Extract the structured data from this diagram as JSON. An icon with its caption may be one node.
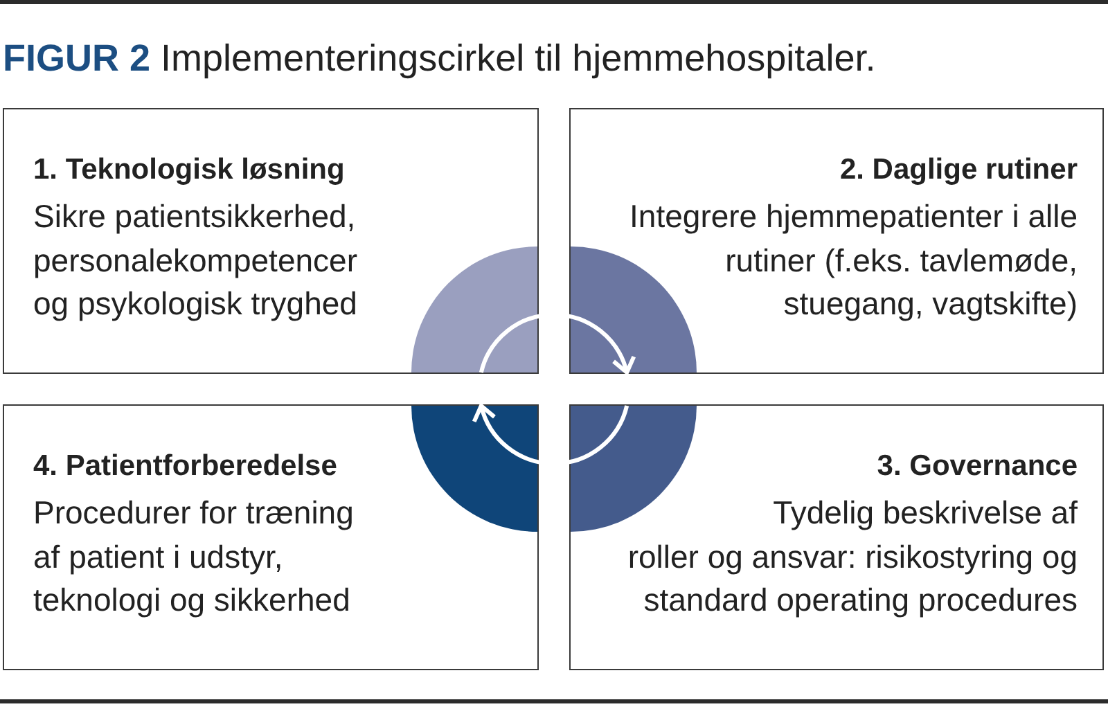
{
  "diagram": {
    "title": "**FIGUR 2** Implementeringscirkel til hjemmehospitaler.",
    "nodes": [
      {
        "text": [
          "1. Teknologisk løsning",
          "Sikre patientsikkerhed, personalekompetencer og psykologisk tryghed"
        ]
      },
      {
        "text": [],
        "shape": "sector",
        "in": 0
      },
      {
        "text": [
          "2. Daglige rutiner",
          "Integrere hjemmepatienter i alle rutiner (f.eks. tavlemøde, stuegang, vagtskifte)"
        ]
      },
      {
        "text": [],
        "shape": "sector",
        "in": 2
      },
      {
        "text": [
          "4. Patientforberedelse",
          "Procedurer for træning af patient i udstyr, teknologi og sikkerhed"
        ]
      },
      {
        "text": [],
        "shape": "sector",
        "in": 4
      },
      {
        "text": [
          "3. Governance",
          "Tydelig beskrivelse af roller og ansvar: risikostyring og standard operating procedures"
        ]
      },
      {
        "text": [],
        "shape": "sector",
        "in": 6
      }
    ],
    "edges": [
      {
        "from": 1,
        "to": 3,
        "arrow": "to"
      },
      {
        "from": 7,
        "to": 5,
        "arrow": "to"
      }
    ]
  }
}
